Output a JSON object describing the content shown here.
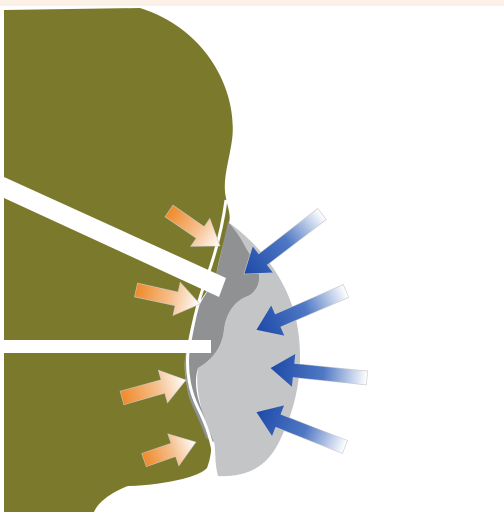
{
  "diagram": {
    "subject": "head-profile-with-face-mask",
    "colors": {
      "background": "#fcf1e6",
      "panel": "#ffffff",
      "head": "#7b7a2c",
      "mask_dark": "#8f9192",
      "mask_light": "#c3c5c6",
      "inward_arrow_dark": "#1d49a8",
      "outward_arrow_dark": "#ef8a2a"
    },
    "inward_arrows": [
      {
        "name": "inward-arrow-1",
        "icon": "blue-arrow-icon"
      },
      {
        "name": "inward-arrow-2",
        "icon": "blue-arrow-icon"
      },
      {
        "name": "inward-arrow-3",
        "icon": "blue-arrow-icon"
      },
      {
        "name": "inward-arrow-4",
        "icon": "blue-arrow-icon"
      }
    ],
    "outward_arrows": [
      {
        "name": "outward-arrow-1",
        "icon": "orange-arrow-icon"
      },
      {
        "name": "outward-arrow-2",
        "icon": "orange-arrow-icon"
      },
      {
        "name": "outward-arrow-3",
        "icon": "orange-arrow-icon"
      },
      {
        "name": "outward-arrow-4",
        "icon": "orange-arrow-icon"
      }
    ]
  }
}
